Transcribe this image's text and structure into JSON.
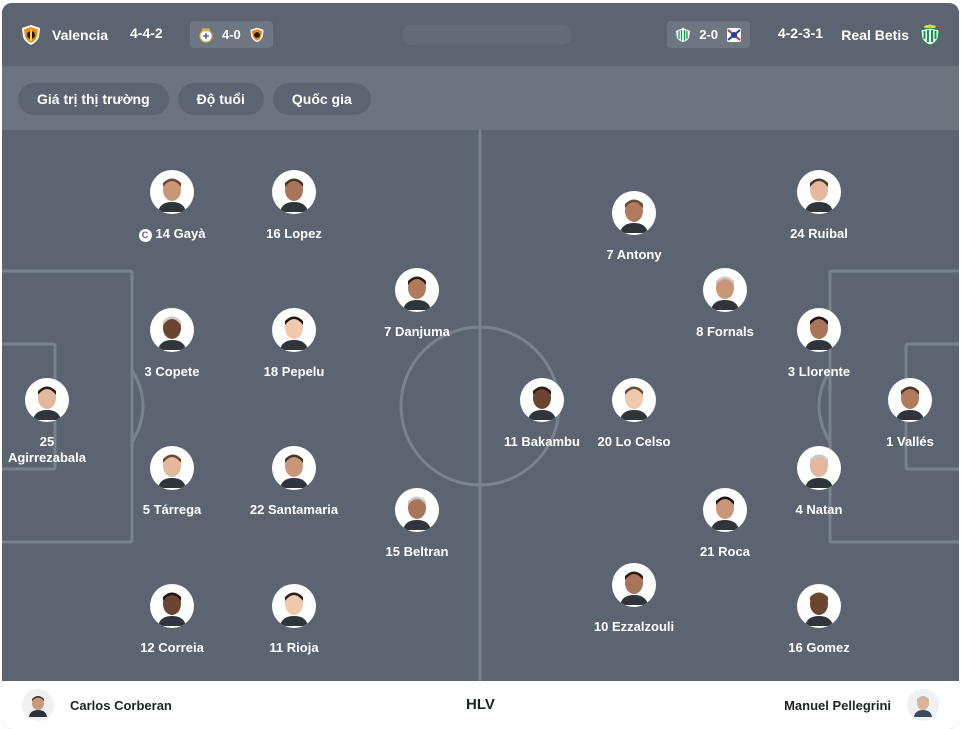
{
  "header": {
    "home_team": "Valencia",
    "home_formation": "4-4-2",
    "home_last_result": "4-0",
    "away_last_result": "2-0",
    "away_formation": "4-2-3-1",
    "away_team": "Real Betis"
  },
  "filters": [
    "Giá trị thị trường",
    "Độ tuổi",
    "Quốc gia"
  ],
  "home_players": [
    {
      "num": "25",
      "name": "Agirrezabala",
      "captain": false
    },
    {
      "num": "14",
      "name": "Gayà",
      "captain": true
    },
    {
      "num": "16",
      "name": "Lopez",
      "captain": false
    },
    {
      "num": "3",
      "name": "Copete",
      "captain": false
    },
    {
      "num": "18",
      "name": "Pepelu",
      "captain": false
    },
    {
      "num": "7",
      "name": "Danjuma",
      "captain": false
    },
    {
      "num": "5",
      "name": "Tárrega",
      "captain": false
    },
    {
      "num": "22",
      "name": "Santamaria",
      "captain": false
    },
    {
      "num": "15",
      "name": "Beltran",
      "captain": false
    },
    {
      "num": "12",
      "name": "Correia",
      "captain": false
    },
    {
      "num": "11",
      "name": "Rioja",
      "captain": false
    }
  ],
  "away_players": [
    {
      "num": "7",
      "name": "Antony"
    },
    {
      "num": "24",
      "name": "Ruibal"
    },
    {
      "num": "8",
      "name": "Fornals"
    },
    {
      "num": "3",
      "name": "Llorente"
    },
    {
      "num": "11",
      "name": "Bakambu"
    },
    {
      "num": "20",
      "name": "Lo Celso"
    },
    {
      "num": "1",
      "name": "Vallés"
    },
    {
      "num": "4",
      "name": "Natan"
    },
    {
      "num": "21",
      "name": "Roca"
    },
    {
      "num": "10",
      "name": "Ezzalzouli"
    },
    {
      "num": "16",
      "name": "Gomez"
    }
  ],
  "footer": {
    "home_coach": "Carlos Corberan",
    "label": "HLV",
    "away_coach": "Manuel Pellegrini"
  },
  "colors": {
    "pitch": "#5b6470",
    "filter_bar": "#6b747f",
    "lines": "#7a838d",
    "valencia": "#f18a00",
    "betis": "#0b9a47",
    "lyon_blue": "#1f3e9c",
    "lyon_red": "#da2128"
  },
  "icons": {
    "valencia": "valencia-crest-icon",
    "betis": "betis-crest-icon",
    "real_madrid": "real-madrid-crest-icon",
    "lyon": "lyon-crest-icon",
    "captain": "captain-icon",
    "player": "player-avatar"
  }
}
